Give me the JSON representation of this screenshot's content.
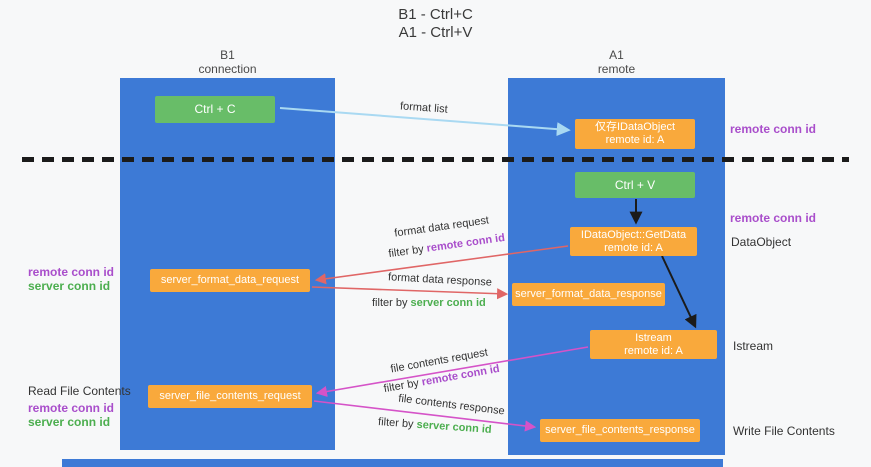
{
  "title": {
    "line1": "B1 - Ctrl+C",
    "line2": "A1 - Ctrl+V"
  },
  "lanes": {
    "left": {
      "name": "B1",
      "subtitle": "connection"
    },
    "right": {
      "name": "A1",
      "subtitle": "remote"
    }
  },
  "boxes": {
    "ctrl_c": {
      "label": "Ctrl + C"
    },
    "ctrl_v": {
      "label": "Ctrl + V"
    },
    "stored_dataobject": {
      "line1": "仅存IDataObject",
      "line2": "remote id: A"
    },
    "getdata": {
      "line1": "IDataObject::GetData",
      "line2": "remote id: A"
    },
    "istream": {
      "line1": "Istream",
      "line2": "remote id: A"
    },
    "format_request": {
      "label": "server_format_data_request"
    },
    "format_response": {
      "label": "server_format_data_response"
    },
    "file_request": {
      "label": "server_file_contents_request"
    },
    "file_response": {
      "label": "server_file_contents_response"
    }
  },
  "arrow_labels": {
    "format_list": "format list",
    "format_data_request": "format data request",
    "format_data_response": "format data response",
    "file_contents_request": "file contents request",
    "file_contents_response": "file contents response",
    "filter_by": "filter by",
    "remote_conn_id": "remote conn id",
    "server_conn_id": "server conn id"
  },
  "side_labels": {
    "remote_conn_id": "remote conn id",
    "server_conn_id": "server conn id",
    "dataobject": "DataObject",
    "istream": "Istream",
    "read_file_contents": "Read File Contents",
    "write_file_contents": "Write File Contents"
  },
  "colors": {
    "lane_blue": "#3d7ad6",
    "green_box": "#68bd68",
    "orange_box": "#f9a93c",
    "purple_text": "#a94ecb",
    "green_text": "#4cae4f",
    "red_arrow": "#e06666",
    "magenta_arrow": "#d553c8",
    "light_blue_arrow": "#a9d9f2",
    "black_arrow": "#1b1b1b"
  }
}
